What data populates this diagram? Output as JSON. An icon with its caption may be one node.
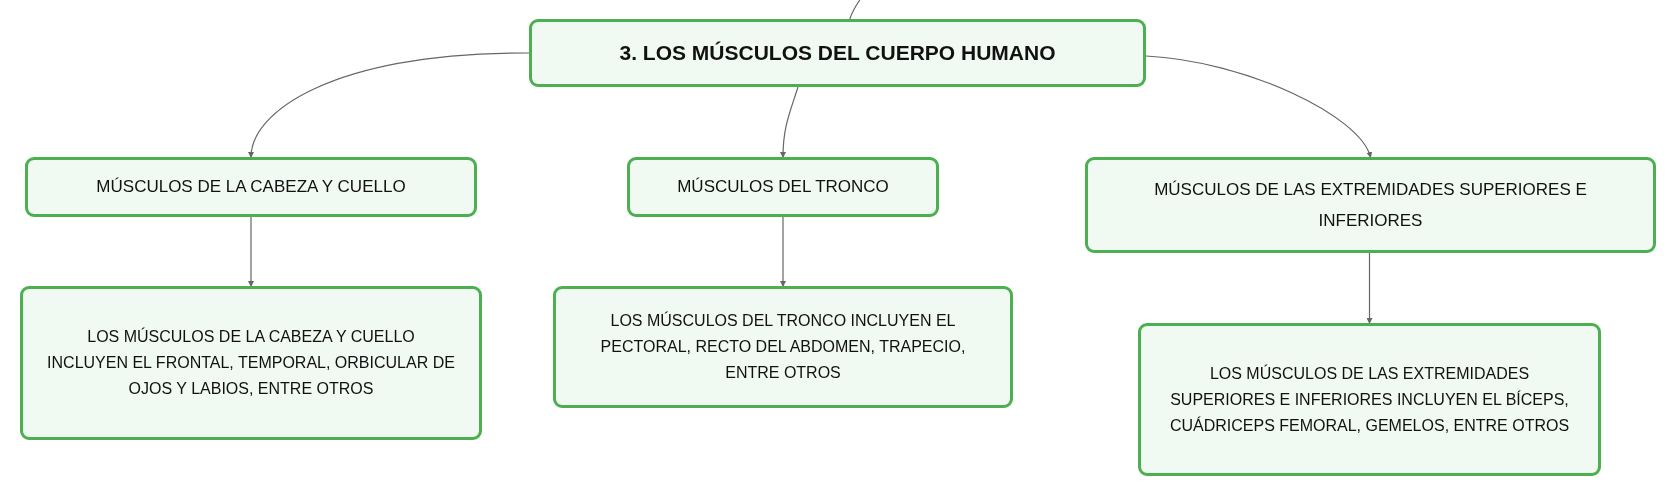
{
  "diagram": {
    "nodes": [
      {
        "text": [
          "3. LOS MÚSCULOS DEL CUERPO HUMANO"
        ]
      },
      {
        "text": [
          "MÚSCULOS DE LA CABEZA Y CUELLO"
        ]
      },
      {
        "text": [
          "MÚSCULOS DEL TRONCO"
        ]
      },
      {
        "text": [
          "MÚSCULOS DE LAS EXTREMIDADES SUPERIORES E INFERIORES"
        ]
      },
      {
        "text": [
          "LOS MÚSCULOS DE LA CABEZA Y CUELLO INCLUYEN EL FRONTAL, TEMPORAL, ORBICULAR DE OJOS Y LABIOS, ENTRE OTROS"
        ]
      },
      {
        "text": [
          "LOS MÚSCULOS DEL TRONCO INCLUYEN EL PECTORAL, RECTO DEL ABDOMEN, TRAPECIO, ENTRE OTROS"
        ]
      },
      {
        "text": [
          "LOS MÚSCULOS DE LAS EXTREMIDADES SUPERIORES E INFERIORES INCLUYEN EL BÍCEPS, CUÁDRICEPS FEMORAL, GEMELOS, ENTRE OTROS"
        ]
      }
    ],
    "edges": [
      {
        "from": null,
        "to": 0,
        "arrow": "none"
      },
      {
        "from": 0,
        "to": 1,
        "arrow": "to"
      },
      {
        "from": 0,
        "to": 2,
        "arrow": "to"
      },
      {
        "from": 0,
        "to": 3,
        "arrow": "to"
      },
      {
        "from": 1,
        "to": 4,
        "arrow": "to"
      },
      {
        "from": 2,
        "to": 5,
        "arrow": "to"
      },
      {
        "from": 3,
        "to": 6,
        "arrow": "to"
      }
    ]
  }
}
